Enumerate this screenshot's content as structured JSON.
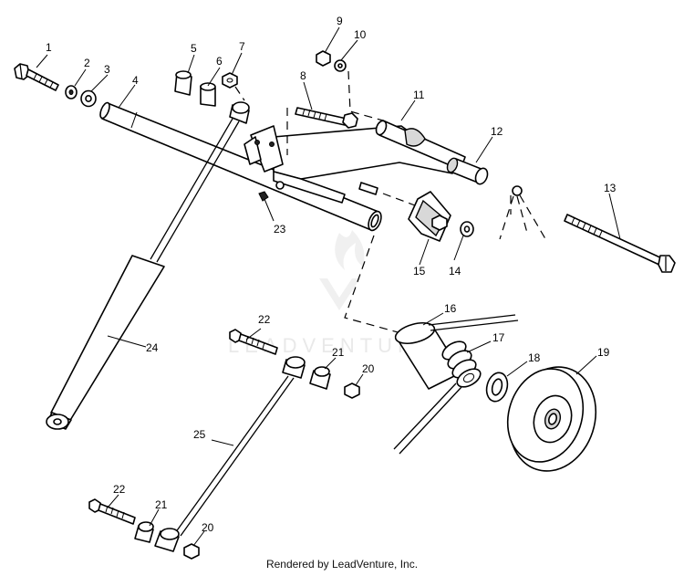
{
  "diagram": {
    "watermark": "LEADVENTURE",
    "footer": "Rendered by LeadVenture, Inc.",
    "callouts": {
      "c1": "1",
      "c2": "2",
      "c3": "3",
      "c4": "4",
      "c5": "5",
      "c6": "6",
      "c7": "7",
      "c8": "8",
      "c9": "9",
      "c10": "10",
      "c11": "11",
      "c12": "12",
      "c13": "13",
      "c14": "14",
      "c15": "15",
      "c16": "16",
      "c17": "17",
      "c18": "18",
      "c19": "19",
      "c20a": "20",
      "c20b": "20",
      "c21a": "21",
      "c21b": "21",
      "c22a": "22",
      "c22b": "22",
      "c23": "23",
      "c24": "24",
      "c25": "25"
    }
  }
}
